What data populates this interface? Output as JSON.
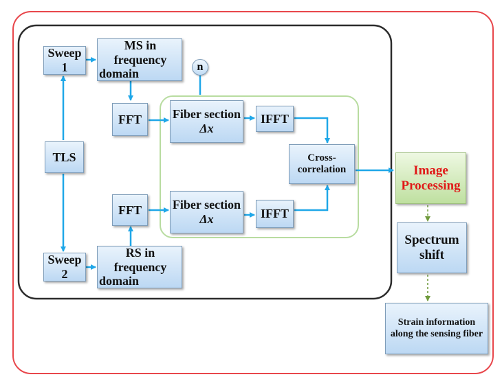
{
  "nodes": {
    "sweep1": "Sweep 1",
    "ms_domain_line1": "MS in frequency",
    "ms_domain_line2": "domain",
    "n_label": "n",
    "fft_top": "FFT",
    "fiber_top_line1": "Fiber section",
    "fiber_top_line2": "Δx",
    "ifft_top": "IFFT",
    "tls": "TLS",
    "cross_line1": "Cross-",
    "cross_line2": "correlation",
    "image_line1": "Image",
    "image_line2": "Processing",
    "fft_bottom": "FFT",
    "fiber_bottom_line1": "Fiber section",
    "fiber_bottom_line2": "Δx",
    "ifft_bottom": "IFFT",
    "spectrum_line1": "Spectrum",
    "spectrum_line2": "shift",
    "sweep2": "Sweep 2",
    "rs_domain_line1": "RS in frequency",
    "rs_domain_line2": "domain",
    "strain_line1": "Strain information",
    "strain_line2": "along the sensing fiber"
  },
  "colors": {
    "outer_frame": "#e8464b",
    "inner_frame": "#2b2b2b",
    "correlation_frame": "#b8dca0",
    "arrow_blue": "#1fa7e8",
    "arrow_green": "#6f9a3c",
    "box_fill_top": "#e9f3fc",
    "box_fill_bottom": "#bcd8f3",
    "image_box_fill": "#cfe9b4",
    "image_text": "#e01818"
  }
}
